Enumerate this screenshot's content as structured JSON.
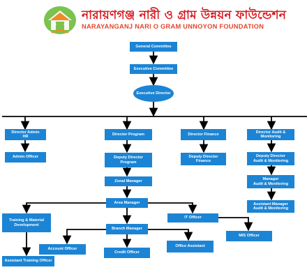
{
  "header": {
    "name_bengali": "নারায়ণগঞ্জ নারী ও গ্রাম উন্নয়ন ফাউন্ডেশন",
    "name_english": "NARAYANGANJ NARI O GRAM UNNOYON FOUNDATION"
  },
  "colors": {
    "node_fill": "#1c84d4",
    "node_text": "#ffffff",
    "connector": "#000000",
    "brand_bengali": "#d71920",
    "brand_english": "#e2472c",
    "logo_green": "#7cc24e",
    "logo_orange": "#f08a24"
  },
  "org_chart": {
    "general_committee": "General Committee",
    "executive_committee": "Executive Committee",
    "executive_director": "Executive Director",
    "director_admin_hr": "Director Admin\nHR",
    "admin_officer": "Admin Officer",
    "director_program": "Director Program",
    "deputy_director_program": "Deputy Director\nProgram",
    "zonal_manager": "Zonal Manager",
    "area_manager": "Area Manager",
    "director_finance": "Director Finance",
    "deputy_director_finance": "Deputy Director\nFinance",
    "director_audit_monitoring": "Director Audit &\nMonitoring",
    "deputy_director_audit_monitoring": "Deputy Director\nAudit & Monitoring",
    "manager_audit_monitoring": "Manager\nAudit & Monitoring",
    "assistant_manager_audit_monitoring": "Assistant Manager\nAudit & Monitoring",
    "training_material_development": "Training & Material\nDevelopment",
    "assistant_training_officer": "Assistant Training Officer",
    "branch_manager": "Branch Manager",
    "account_officer": "Account Officer",
    "credit_officer": "Credit Officer",
    "office_assistant": "Office Assistant",
    "it_officer": "IT Officer",
    "mis_officer": "MIS Officer"
  }
}
